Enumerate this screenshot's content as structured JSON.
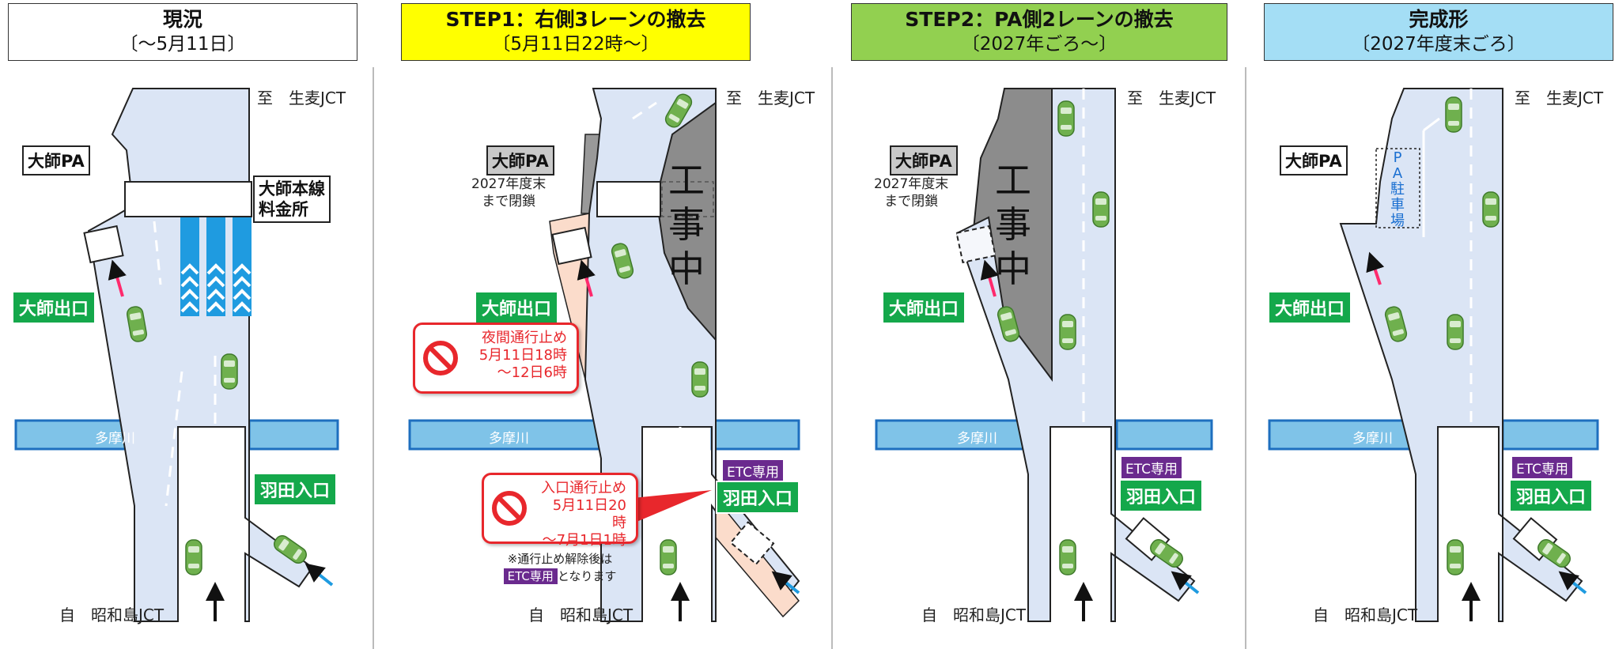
{
  "headers": [
    {
      "title": "現況",
      "sub": "〔～5月11日〕",
      "bg": "#ffffff"
    },
    {
      "title": "STEP1：右側3レーンの撤去",
      "sub": "〔5月11日22時～〕",
      "bg": "#ffff00"
    },
    {
      "title": "STEP2：PA側2レーンの撤去",
      "sub": "〔2027年ごろ～〕",
      "bg": "#92d050"
    },
    {
      "title": "完成形",
      "sub": "〔2027年度末ごろ〕",
      "bg": "#a4def5"
    }
  ],
  "common": {
    "to_label": "至　生麦JCT",
    "from_label": "自　昭和島JCT",
    "river": "多摩川",
    "exit": "大師出口",
    "entrance": "羽田入口",
    "pa": "大師PA",
    "etc": "ETC専用"
  },
  "panel1": {
    "tollgate": "大師本線\n料金所"
  },
  "panel2": {
    "closed_note": "2027年度末\nまで閉鎖",
    "construction": "工\n事\n中",
    "night_closure": {
      "l1": "夜間通行止め",
      "l2": "5月11日18時",
      "l3": "～12日6時"
    },
    "entry_closure": {
      "l1": "入口通行止め",
      "l2": "5月11日20時",
      "l3": "～7月1日1時"
    },
    "note_l1": "※通行止め解除後は",
    "note_etc": "ETC専用",
    "note_l2": "となります"
  },
  "panel3": {
    "closed_note": "2027年度末\nまで閉鎖",
    "construction": "工\n事\n中"
  },
  "panel4": {
    "parking": "P\nA\n駐\n車\n場"
  },
  "colors": {
    "road": "#dbe5f5",
    "river": "#7fc3e8",
    "river_edge": "#1e6fbf",
    "green": "#14a84b",
    "purple": "#6a2a8e",
    "red": "#e8272c",
    "closure": "#fbdccb",
    "construction": "#8c8c8c"
  }
}
